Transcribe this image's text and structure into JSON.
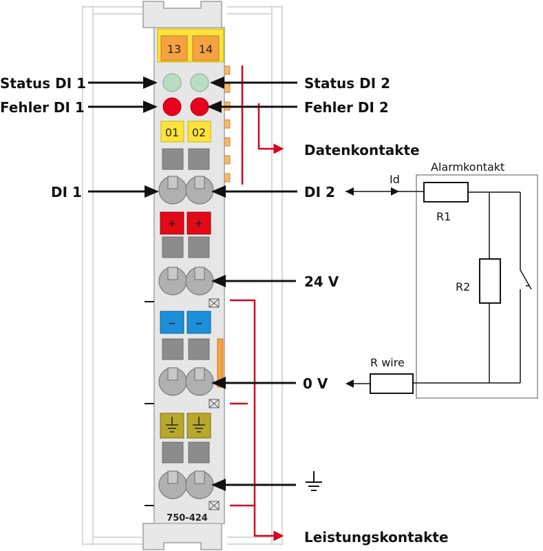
{
  "colors": {
    "housing": "#e8e8e8",
    "housing_edge": "#bdbdbd",
    "orange": "#f4a340",
    "yellow": "#ffe33c",
    "led_green": "#b8dcc4",
    "led_red": "#e8001c",
    "grey_button": "#8c8c8c",
    "red_plus": "#e20a17",
    "blue_minus": "#1b8fd8",
    "ground_olive": "#b9a72b",
    "arrow_red": "#d8001c"
  },
  "module": {
    "top_labels": [
      "13",
      "14"
    ],
    "channel_labels": [
      "01",
      "02"
    ],
    "plus_symbol": "+",
    "minus_symbol": "−",
    "part_number": "750-424"
  },
  "labels": {
    "status_di1": "Status DI 1",
    "status_di2": "Status DI 2",
    "fehler_di1": "Fehler DI 1",
    "fehler_di2": "Fehler DI 2",
    "datenkontakte": "Datenkontakte",
    "di1": "DI 1",
    "di2": "DI 2",
    "v24": "24 V",
    "v0": "0 V",
    "leistungskontakte": "Leistungskontakte"
  },
  "circuit": {
    "id_label": "Id",
    "alarmkontakt": "Alarmkontakt",
    "r1": "R1",
    "r2": "R2",
    "r_wire": "R wire"
  },
  "icons": [
    "ground-icon",
    "arrow-icon",
    "resistor-icon",
    "switch-icon",
    "led-icon"
  ]
}
